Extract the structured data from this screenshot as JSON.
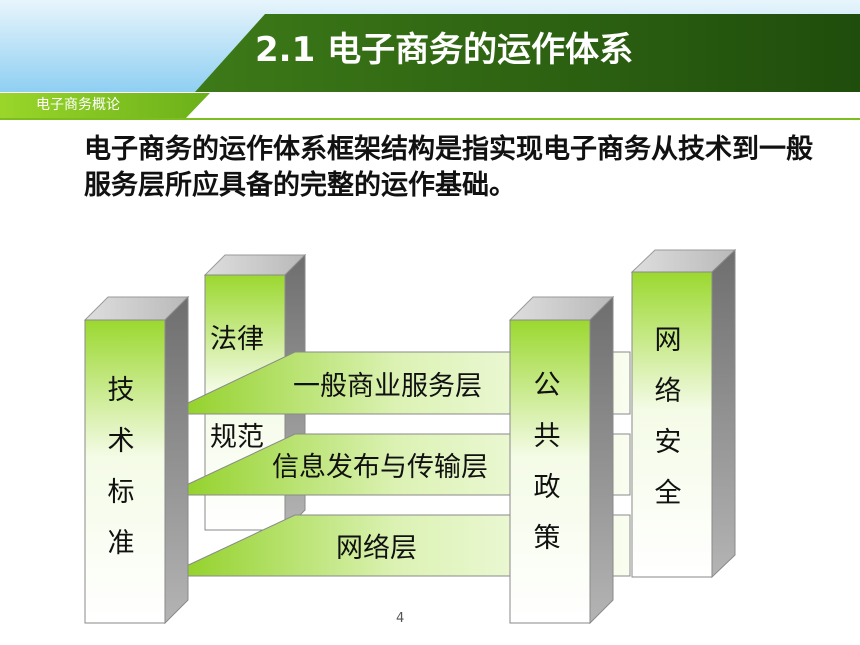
{
  "header": {
    "title": "2.1 电子商务的运作体系",
    "section_label": "电子商务概论"
  },
  "intro_text": "电子商务的运作体系框架结构是指实现电子商务从技术到一般服务层所应具备的完整的运作基础。",
  "diagram": {
    "layers": [
      "一般商业服务层",
      "信息发布与传输层",
      "网络层"
    ],
    "pillars": {
      "technical_standards": "技术标准",
      "law_line1": "法律",
      "law_line2": "规范",
      "public_policy": "公共政策",
      "network_security": "网络安全"
    }
  },
  "page_number": "4",
  "colors": {
    "title_band": "#2f6612",
    "accent_green": "#8ccc1f",
    "sky_blue": "#a9d9f4"
  }
}
